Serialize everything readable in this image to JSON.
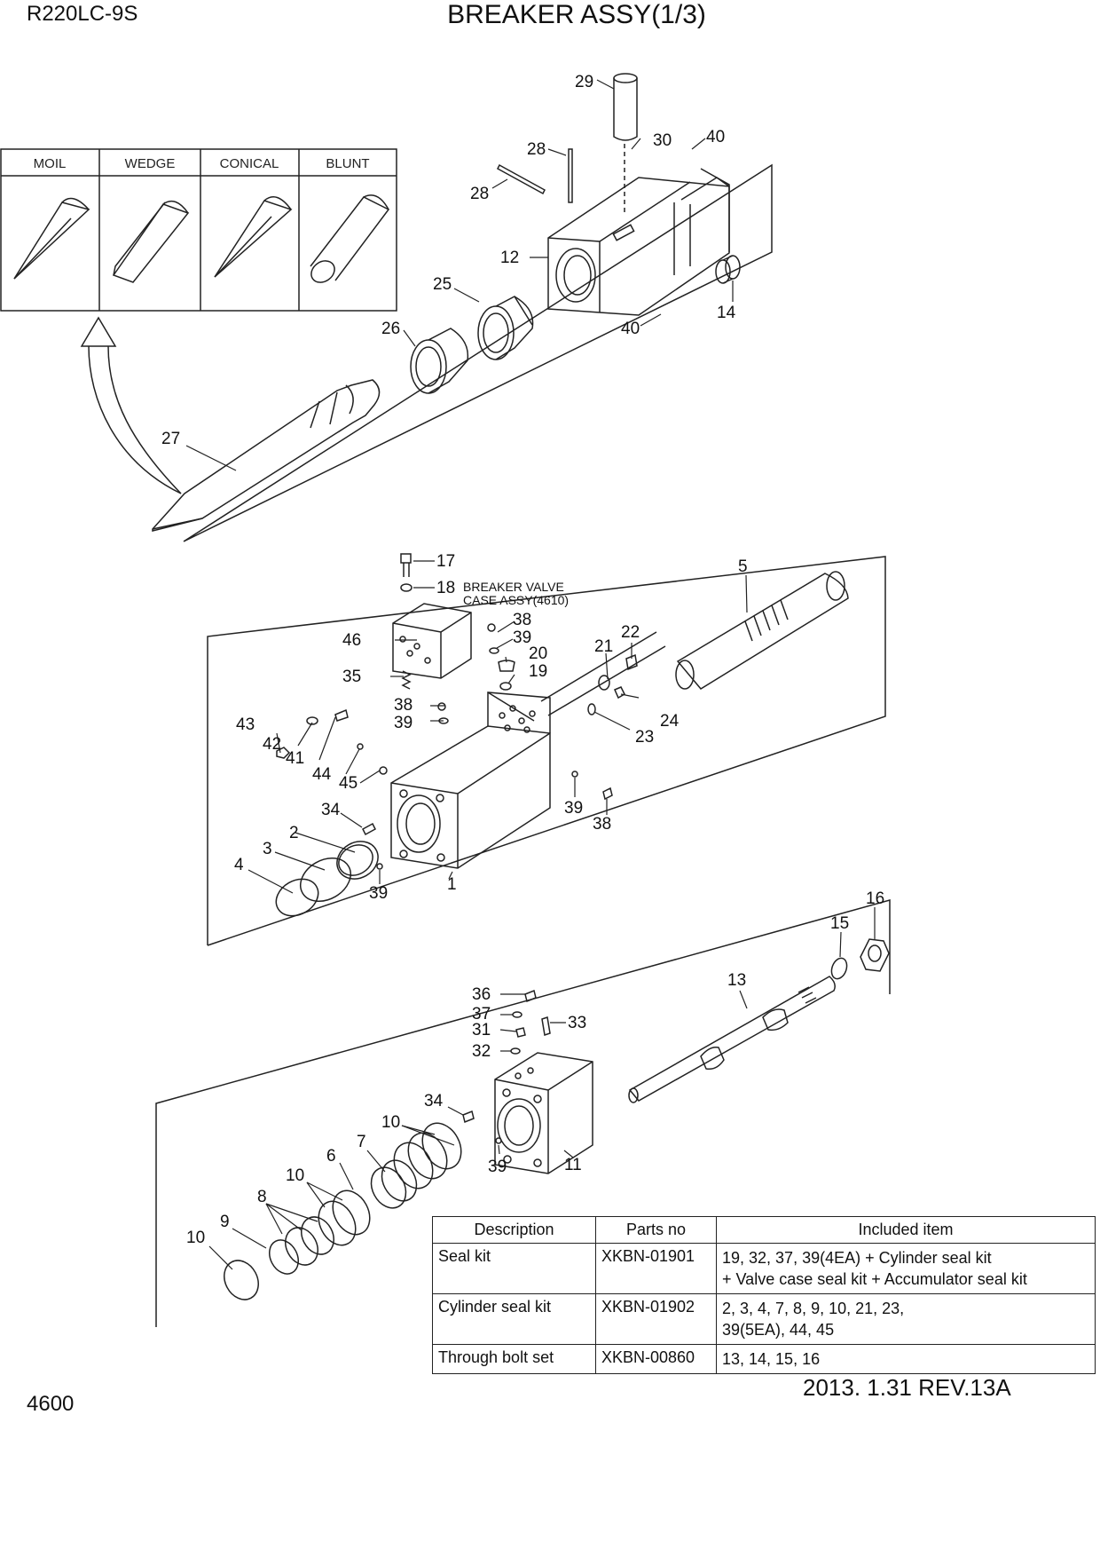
{
  "header": {
    "model": "R220LC-9S",
    "title": "BREAKER ASSY(1/3)"
  },
  "footer": {
    "page_number": "4600",
    "revision": "2013. 1.31  REV.13A"
  },
  "tool_types": [
    "MOIL",
    "WEDGE",
    "CONICAL",
    "BLUNT"
  ],
  "annotation": {
    "line1": "BREAKER VALVE",
    "line2": "CASE ASSY(4610)"
  },
  "callouts": {
    "c29": "29",
    "c30": "30",
    "c40a": "40",
    "c28a": "28",
    "c28b": "28",
    "c12": "12",
    "c25": "25",
    "c26": "26",
    "c40b": "40",
    "c14": "14",
    "c27": "27",
    "c17": "17",
    "c18": "18",
    "c5": "5",
    "c46": "46",
    "c38a": "38",
    "c39a": "39",
    "c20": "20",
    "c21": "21",
    "c22": "22",
    "c19": "19",
    "c35": "35",
    "c38b": "38",
    "c39b": "39",
    "c24": "24",
    "c23": "23",
    "c43": "43",
    "c42": "42",
    "c41": "41",
    "c44": "44",
    "c45": "45",
    "c34a": "34",
    "c39c": "39",
    "c38c": "38",
    "c2": "2",
    "c3": "3",
    "c4": "4",
    "c39d": "39",
    "c1": "1",
    "c16": "16",
    "c15": "15",
    "c13": "13",
    "c36": "36",
    "c37": "37",
    "c31": "31",
    "c33": "33",
    "c32": "32",
    "c34b": "34",
    "c10a": "10",
    "c7": "7",
    "c6": "6",
    "c10b": "10",
    "c8": "8",
    "c9": "9",
    "c10c": "10",
    "c39e": "39",
    "c11": "11"
  },
  "kit_table": {
    "headers": [
      "Description",
      "Parts no",
      "Included item"
    ],
    "rows": [
      {
        "description": "Seal kit",
        "part_no": "XKBN-01901",
        "included_1": "19, 32, 37, 39(4EA) + Cylinder seal kit",
        "included_2": "+ Valve case seal kit + Accumulator seal kit"
      },
      {
        "description": "Cylinder seal kit",
        "part_no": "XKBN-01902",
        "included_1": "2, 3, 4, 7, 8, 9, 10, 21, 23,",
        "included_2": "39(5EA), 44, 45"
      },
      {
        "description": "Through bolt set",
        "part_no": "XKBN-00860",
        "included_1": "13, 14, 15, 16",
        "included_2": ""
      }
    ]
  }
}
